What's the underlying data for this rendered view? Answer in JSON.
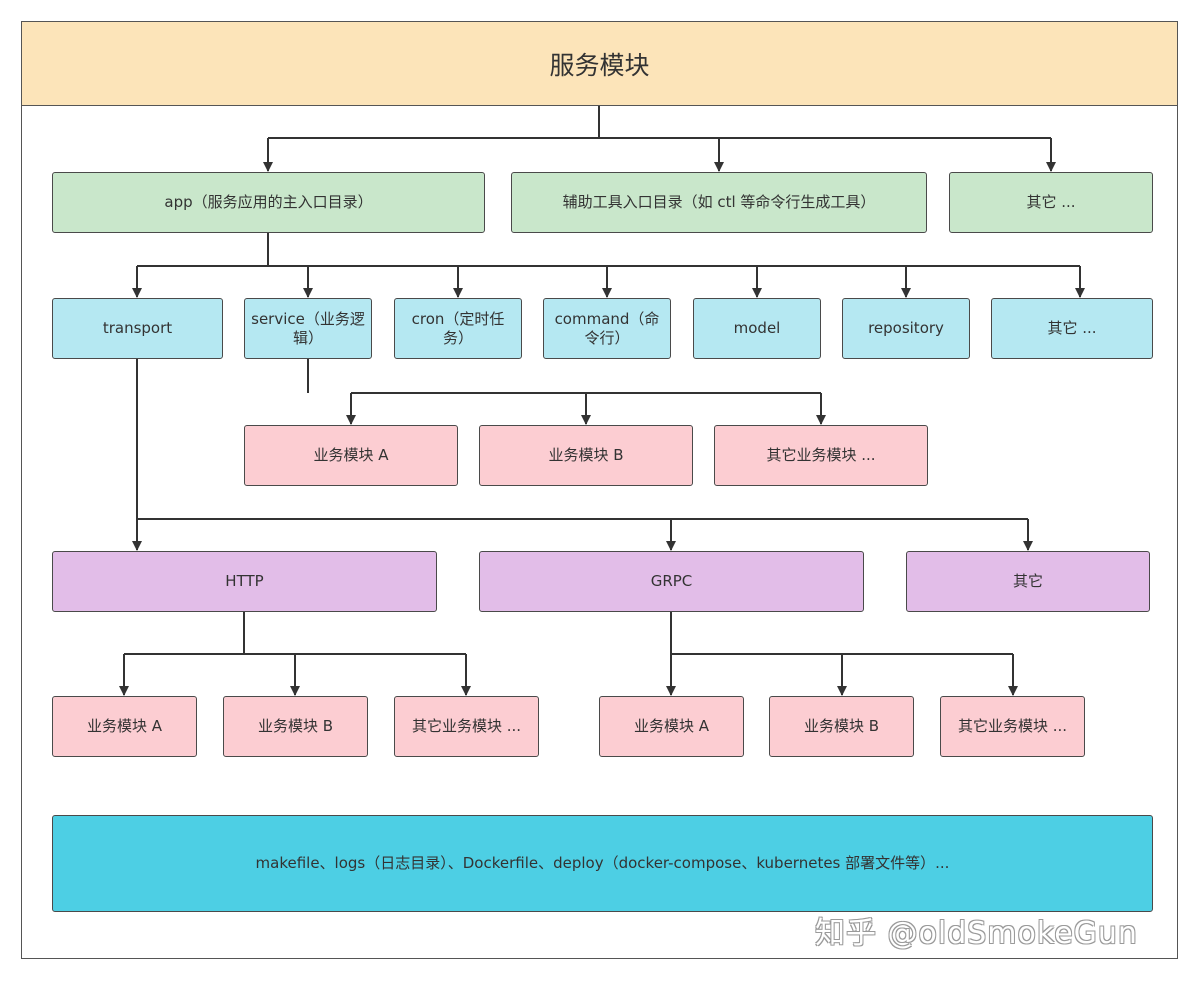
{
  "title": "服务模块",
  "level1": [
    "app（服务应用的主入口目录）",
    "辅助工具入口目录（如 ctl 等命令行生成工具）",
    "其它 ..."
  ],
  "level2": [
    "transport",
    "service（业务逻辑）",
    "cron（定时任务）",
    "command（命令行）",
    "model",
    "repository",
    "其它 ..."
  ],
  "service_modules": [
    "业务模块 A",
    "业务模块 B",
    "其它业务模块 ..."
  ],
  "protocols": [
    "HTTP",
    "GRPC",
    "其它"
  ],
  "http_modules": [
    "业务模块 A",
    "业务模块 B",
    "其它业务模块 ..."
  ],
  "grpc_modules": [
    "业务模块 A",
    "业务模块 B",
    "其它业务模块 ..."
  ],
  "footer": "makefile、logs（日志目录）、Dockerfile、deploy（docker-compose、kubernetes 部署文件等）...",
  "watermark": "知乎 @oldSmokeGun",
  "colors": {
    "header": "#fce4b9",
    "level1": "#c9e7cb",
    "level2": "#b5e8f2",
    "module": "#fccdd2",
    "protocol": "#e2bde8",
    "footer": "#4dcfe4"
  }
}
